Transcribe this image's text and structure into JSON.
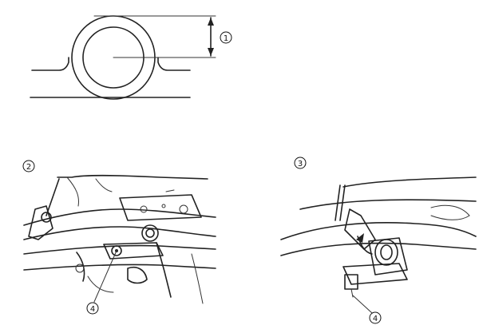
{
  "callouts": {
    "c1": "1",
    "c2": "2",
    "c3": "3",
    "c4a": "4",
    "c4b": "4"
  }
}
